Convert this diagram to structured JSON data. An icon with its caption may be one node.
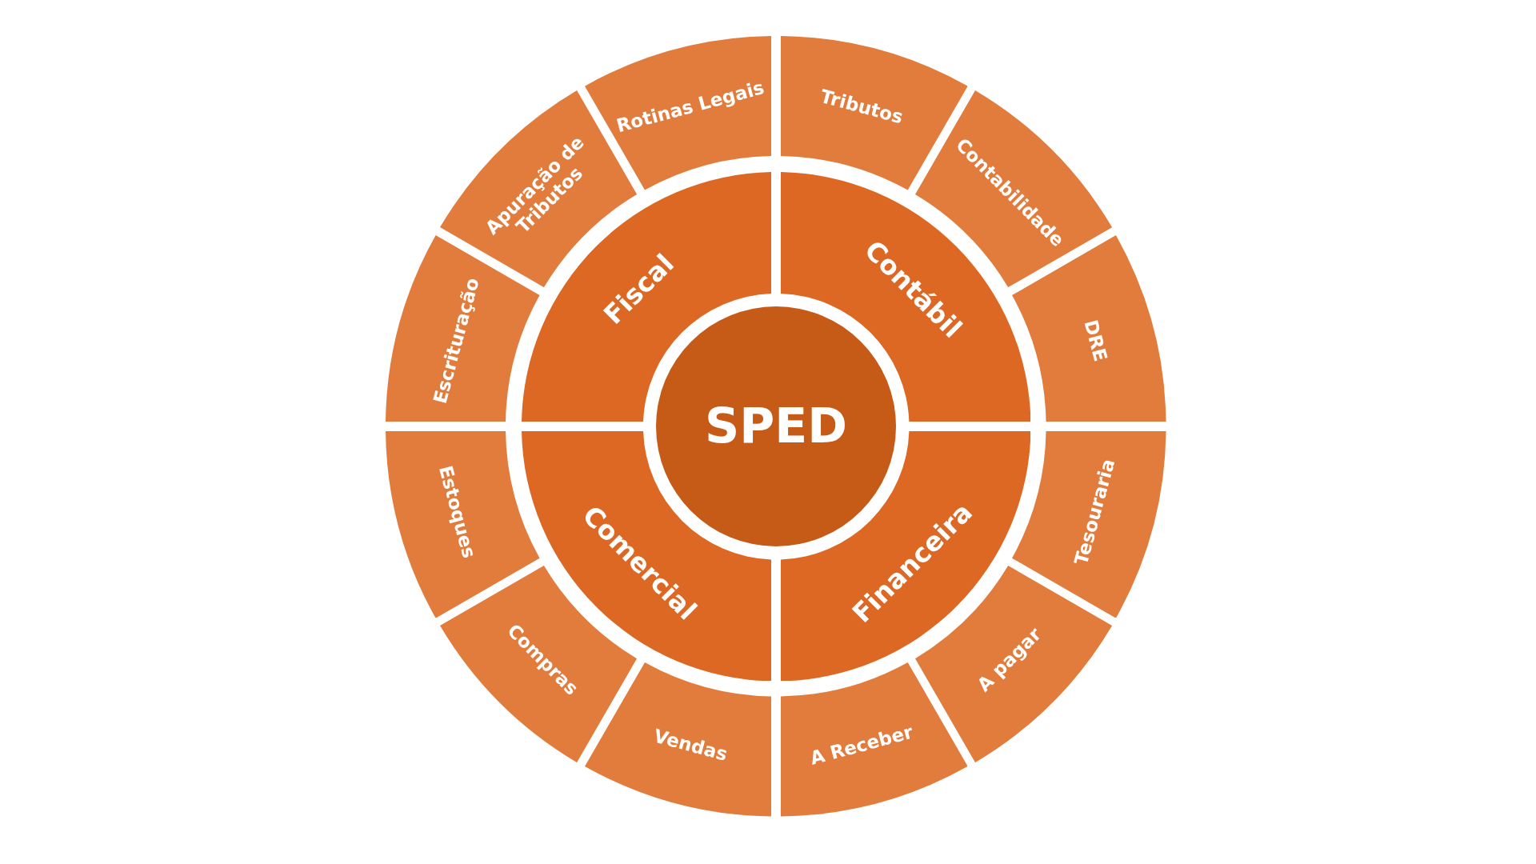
{
  "diagram": {
    "nodes": [
      {
        "text": [
          "SPED"
        ]
      },
      {
        "text": [
          "Fiscal"
        ]
      },
      {
        "text": [
          "Contábil"
        ]
      },
      {
        "text": [
          "Financeira"
        ]
      },
      {
        "text": [
          "Comercial"
        ]
      },
      {
        "text": [
          "Rotinas Legais"
        ]
      },
      {
        "text": [
          "Tributos"
        ]
      },
      {
        "text": [
          "Contabilidade"
        ]
      },
      {
        "text": [
          "DRE"
        ]
      },
      {
        "text": [
          "Tesouraria"
        ]
      },
      {
        "text": [
          "A pagar"
        ]
      },
      {
        "text": [
          "A Receber"
        ]
      },
      {
        "text": [
          "Vendas"
        ]
      },
      {
        "text": [
          "Compras"
        ]
      },
      {
        "text": [
          "Estoques"
        ]
      },
      {
        "text": [
          "Escrituração"
        ]
      },
      {
        "text": [
          "Apuração de Tributos"
        ]
      }
    ]
  }
}
